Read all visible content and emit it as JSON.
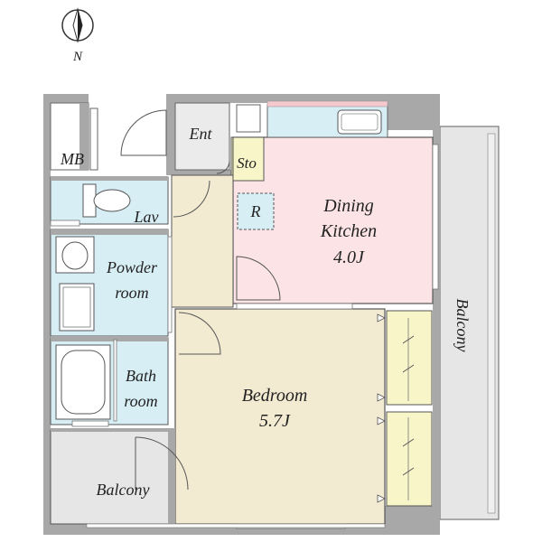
{
  "compass": {
    "label": "N"
  },
  "rooms": {
    "mb": {
      "label": "MB"
    },
    "ent": {
      "label": "Ent"
    },
    "sto": {
      "label": "Sto"
    },
    "lav": {
      "label": "Lav"
    },
    "refrigerator": {
      "label": "R"
    },
    "dining_kitchen": {
      "label_line1": "Dining",
      "label_line2": "Kitchen",
      "size": "4.0J"
    },
    "powder_room": {
      "label_line1": "Powder",
      "label_line2": "room"
    },
    "bath_room": {
      "label_line1": "Bath",
      "label_line2": "room"
    },
    "bedroom": {
      "label": "Bedroom",
      "size": "5.7J"
    },
    "balcony_south": {
      "label": "Balcony"
    },
    "balcony_east": {
      "label": "Balcony"
    }
  },
  "colors": {
    "wall": "#a8a8a8",
    "kitchen": "#fbe3e6",
    "wet_area": "#d7eef5",
    "storage": "#f8f6c8",
    "bedroom": "#f3ead2",
    "balcony": "#e6e6e6"
  }
}
